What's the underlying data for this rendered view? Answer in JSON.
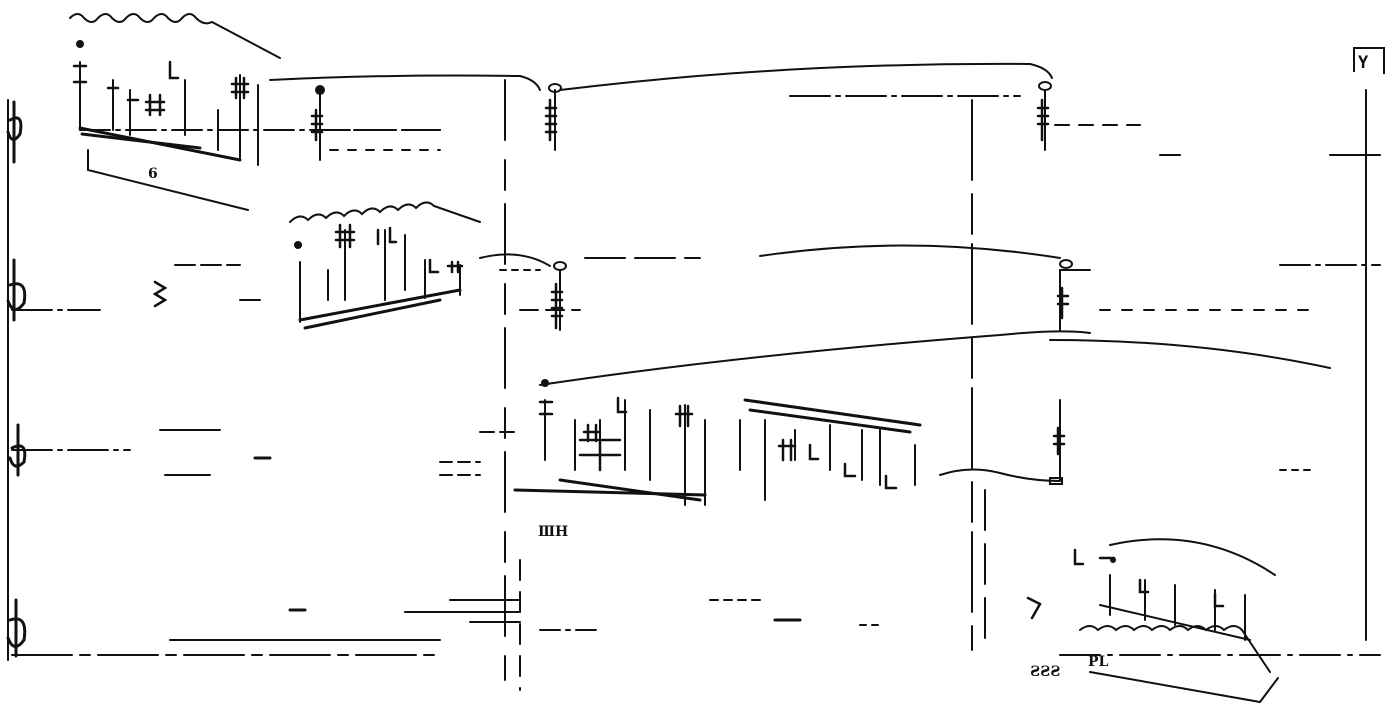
{
  "score": {
    "measure_number": "Y",
    "staves": [
      {
        "id": "staff-1",
        "clef_glyph": "𝄞"
      },
      {
        "id": "staff-2",
        "clef_glyph": "𝄞"
      },
      {
        "id": "staff-3",
        "clef_glyph": "𝄞"
      },
      {
        "id": "staff-4",
        "clef_glyph": "𝄞"
      }
    ],
    "text_marks": {
      "tuplet_6": "6",
      "dynamic_low_1": "ⅢH",
      "dynamic_low_2": "ƧƧƧ",
      "dynamic_low_3": "PL"
    }
  }
}
